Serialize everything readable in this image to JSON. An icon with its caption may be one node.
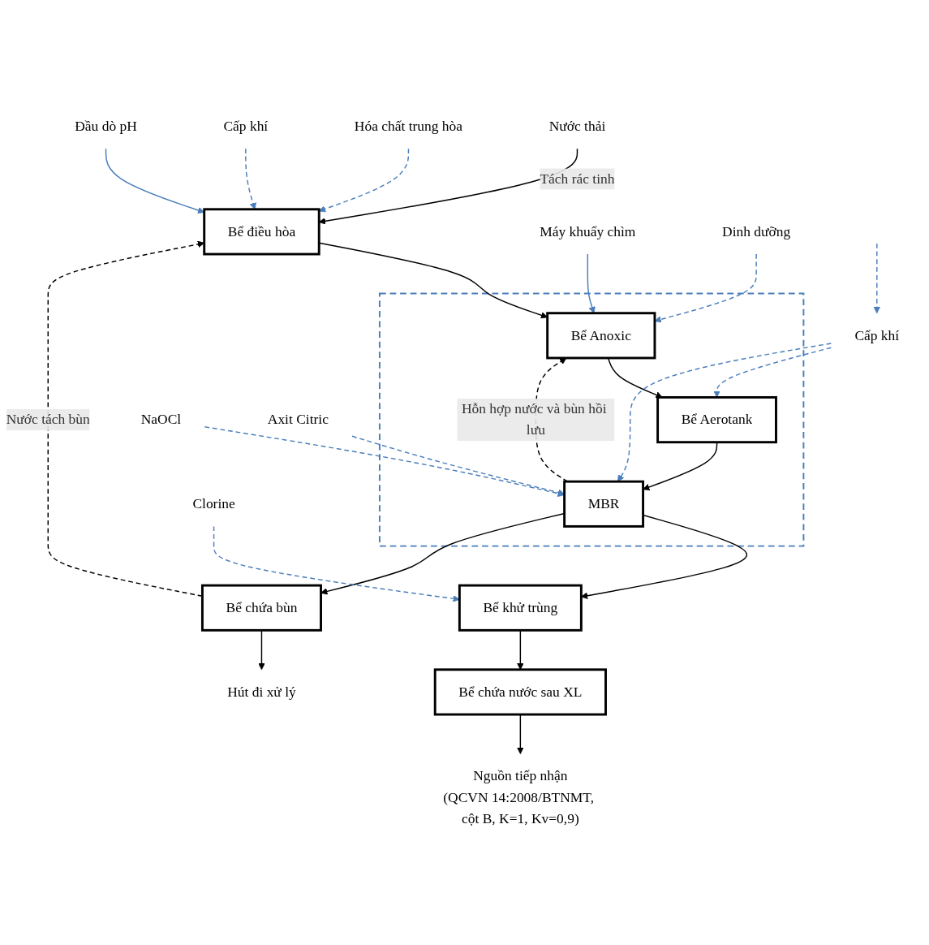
{
  "diagram": {
    "nodes": [
      {
        "text": [
          "Nước thải"
        ]
      },
      {
        "text": [
          "Bể điều hòa"
        ]
      },
      {
        "text": [],
        "shape": "box"
      },
      {
        "text": [
          "Bể Anoxic"
        ],
        "in": 2
      },
      {
        "text": [
          "Bể Aerotank"
        ],
        "in": 2
      },
      {
        "text": [
          "MBR"
        ],
        "in": 2
      },
      {
        "text": [
          "Bể chứa bùn"
        ]
      },
      {
        "text": [
          "Hút đi xử lý"
        ]
      },
      {
        "text": [
          "Bể khử trùng"
        ]
      },
      {
        "text": [
          "Bể chứa nước sau XL"
        ]
      },
      {
        "text": [
          "Nguồn tiếp nhận",
          "(QCVN 14:2008/BTNMT, cột B, K=1, Kv=0,9)"
        ]
      },
      {
        "text": [
          "Hóa chất trung hòa"
        ]
      },
      {
        "text": [
          "Cấp khí"
        ]
      },
      {
        "text": [
          "Đầu dò pH"
        ]
      },
      {
        "text": [
          "Máy khuấy chìm"
        ]
      },
      {
        "text": [
          "Dinh dưỡng"
        ]
      },
      {
        "text": [
          "Cấp khí"
        ]
      },
      {
        "text": [
          "NaOCl"
        ]
      },
      {
        "text": [
          "Axit Citric"
        ]
      },
      {
        "text": [
          "Clorine"
        ]
      }
    ],
    "edges": [
      {
        "from": 0,
        "to": 1,
        "arrow": "to",
        "label": "Tách rác tinh"
      },
      {
        "from": 1,
        "to": 3,
        "arrow": "to"
      },
      {
        "from": 3,
        "to": 4,
        "arrow": "to"
      },
      {
        "from": 4,
        "to": 5,
        "arrow": "to"
      },
      {
        "from": 5,
        "to": 8,
        "arrow": "to"
      },
      {
        "from": 8,
        "to": 9,
        "arrow": "to"
      },
      {
        "from": 9,
        "to": 10,
        "arrow": "to"
      },
      {
        "from": 5,
        "to": 6,
        "arrow": "to"
      },
      {
        "from": 6,
        "to": 7,
        "arrow": "to"
      },
      {
        "from": 6,
        "to": 1,
        "arrow": "to",
        "style": "dashed",
        "label": "Nước tách bùn"
      },
      {
        "from": 5,
        "to": 3,
        "arrow": "to",
        "style": "dashed",
        "label": "Hỗn hợp nước và bùn hồi lưu"
      },
      {
        "from": 11,
        "to": 1,
        "arrow": "to",
        "style": "dashed",
        "color": "#4a7ebb"
      },
      {
        "from": 12,
        "to": 1,
        "arrow": "to",
        "style": "dashed",
        "color": "#4a7ebb"
      },
      {
        "from": 13,
        "to": 1,
        "arrow": "to",
        "color": "#4a7ebb"
      },
      {
        "from": 14,
        "to": 3,
        "arrow": "to",
        "color": "#4a7ebb"
      },
      {
        "from": 15,
        "to": 3,
        "arrow": "to",
        "style": "dashed",
        "color": "#4a7ebb"
      },
      {
        "from": null,
        "to": 16,
        "arrow": "to",
        "style": "dashed",
        "color": "#4a7ebb"
      },
      {
        "from": 16,
        "to": 4,
        "arrow": "to",
        "style": "dashed",
        "color": "#4a7ebb"
      },
      {
        "from": 16,
        "to": 5,
        "arrow": "to",
        "style": "dashed",
        "color": "#4a7ebb"
      },
      {
        "from": 17,
        "to": 5,
        "arrow": "to",
        "style": "dashed",
        "color": "#4a7ebb"
      },
      {
        "from": 18,
        "to": 5,
        "arrow": "to",
        "style": "dashed",
        "color": "#4a7ebb"
      },
      {
        "from": 19,
        "to": 8,
        "arrow": "to",
        "style": "dashed",
        "color": "#4a7ebb"
      }
    ]
  }
}
